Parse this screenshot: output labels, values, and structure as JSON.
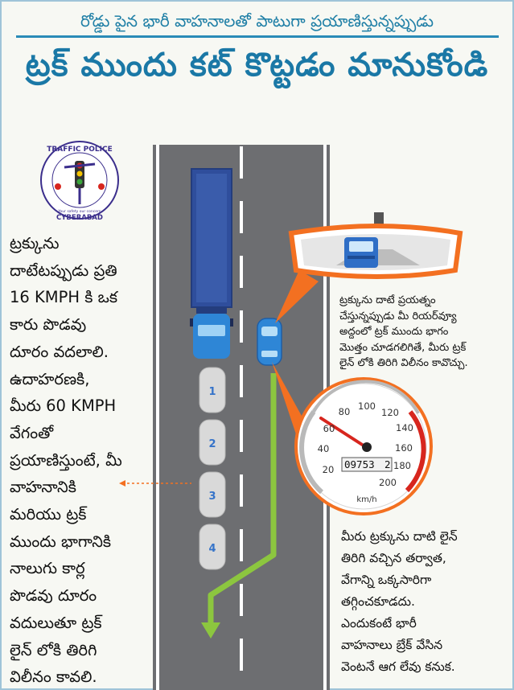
{
  "header": {
    "subtitle": "రోడ్డు పైన భారీ వాహనాలతో పాటుగా ప్రయాణిస్తున్నప్పుడు",
    "title": "ట్రక్ ముందు కట్ కొట్టడం మానుకోండి"
  },
  "logo": {
    "top_text": "TRAFFIC POLICE",
    "bottom_text": "CYBERABAD",
    "motto": "Your safety our concern"
  },
  "left_text": [
    "ట్రక్కును",
    "దాటేటప్పుడు ప్రతి",
    "16 KMPH కి ఒక",
    "కారు పొడవు",
    "దూరం వదలాలి.",
    "ఉదాహరణకి,",
    "మీరు 60 KMPH",
    "వేగంతో",
    "ప్రయాణిస్తుంటే, మీ",
    "వాహనానికి",
    "మరియు ట్రక్",
    "ముందు భాగానికి",
    "నాలుగు కార్ల",
    "పొడవు దూరం",
    "వదులుతూ ట్రక్",
    "లైన్ లోకి తిరిగి",
    "విలీనం కావలి."
  ],
  "rearview_text": [
    "ట్రక్కును దాటే ప్రయత్నం",
    "చేస్తున్నప్పుడు మీ రియర్‌వ్యూ",
    "అద్దంలో ట్రక్ ముందు భాగం",
    "మొత్తం చూడగలిగితే, మీరు ట్రక్",
    "లైన్ లోకి తిరిగి విలీనం కావొచ్చు."
  ],
  "bottom_text": [
    "మీరు ట్రక్కును దాటి లైన్",
    "తిరిగి వచ్చిన తర్వాత,",
    "వేగాన్ని ఒక్కసారిగా",
    "తగ్గించకూడదు.",
    "ఎందుకంటే భారీ",
    "వాహనాలు బ్రేక్ వేసిన",
    "వెంటనే ఆగ లేవు కనుక."
  ],
  "car_slots": [
    "1",
    "2",
    "3",
    "4"
  ],
  "speedometer": {
    "ticks": [
      "20",
      "40",
      "60",
      "80",
      "100",
      "120",
      "140",
      "160",
      "180",
      "200"
    ],
    "unit": "km/h",
    "odometer": "09753",
    "odometer_last": "2",
    "needle_value": 60
  },
  "colors": {
    "accent": "#1a78a6",
    "road": "#6d6e71",
    "truck": "#2f4e9c",
    "car": "#2e86d6",
    "arrow": "#8cc63f",
    "callout": "#f37021",
    "needle": "#d7261e"
  }
}
